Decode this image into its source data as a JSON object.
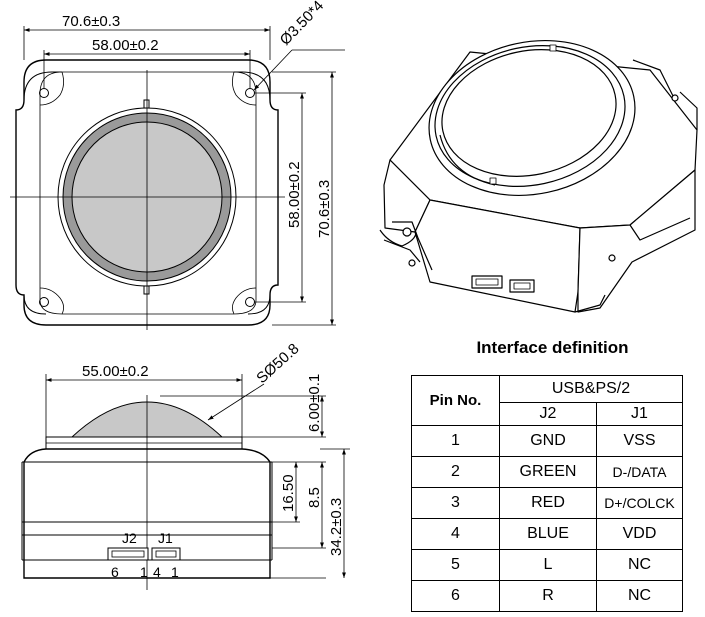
{
  "top_view": {
    "outer_width": "70.6±0.3",
    "hole_pitch": "58.00±0.2",
    "hole_dia": "Ø3.50*4",
    "vert_pitch": "58.00±0.2",
    "vert_outer": "70.6±0.3"
  },
  "side_view": {
    "ball_width": "55.00±0.2",
    "ball_radius": "SØ50.8",
    "ball_height": "6.00±0.1",
    "dim_1650": "16.50",
    "dim_85": "8.5",
    "total_height": "34.2±0.3",
    "conn_j2": "J2",
    "conn_j1": "J1",
    "pin_6": "6",
    "pin_1a": "1",
    "pin_4": "4",
    "pin_1b": "1"
  },
  "interface": {
    "title": "Interface definition",
    "pin_header": "Pin No.",
    "group_header": "USB&PS/2",
    "col_j2": "J2",
    "col_j1": "J1",
    "rows": [
      {
        "pin": "1",
        "j2": "GND",
        "j1": "VSS"
      },
      {
        "pin": "2",
        "j2": "GREEN",
        "j1": "D-/DATA"
      },
      {
        "pin": "3",
        "j2": "RED",
        "j1": "D+/COLCK"
      },
      {
        "pin": "4",
        "j2": "BLUE",
        "j1": "VDD"
      },
      {
        "pin": "5",
        "j2": "L",
        "j1": "NC"
      },
      {
        "pin": "6",
        "j2": "R",
        "j1": "NC"
      }
    ]
  },
  "colors": {
    "ring": "#9a9a9a",
    "ball": "#c8c8c8"
  }
}
